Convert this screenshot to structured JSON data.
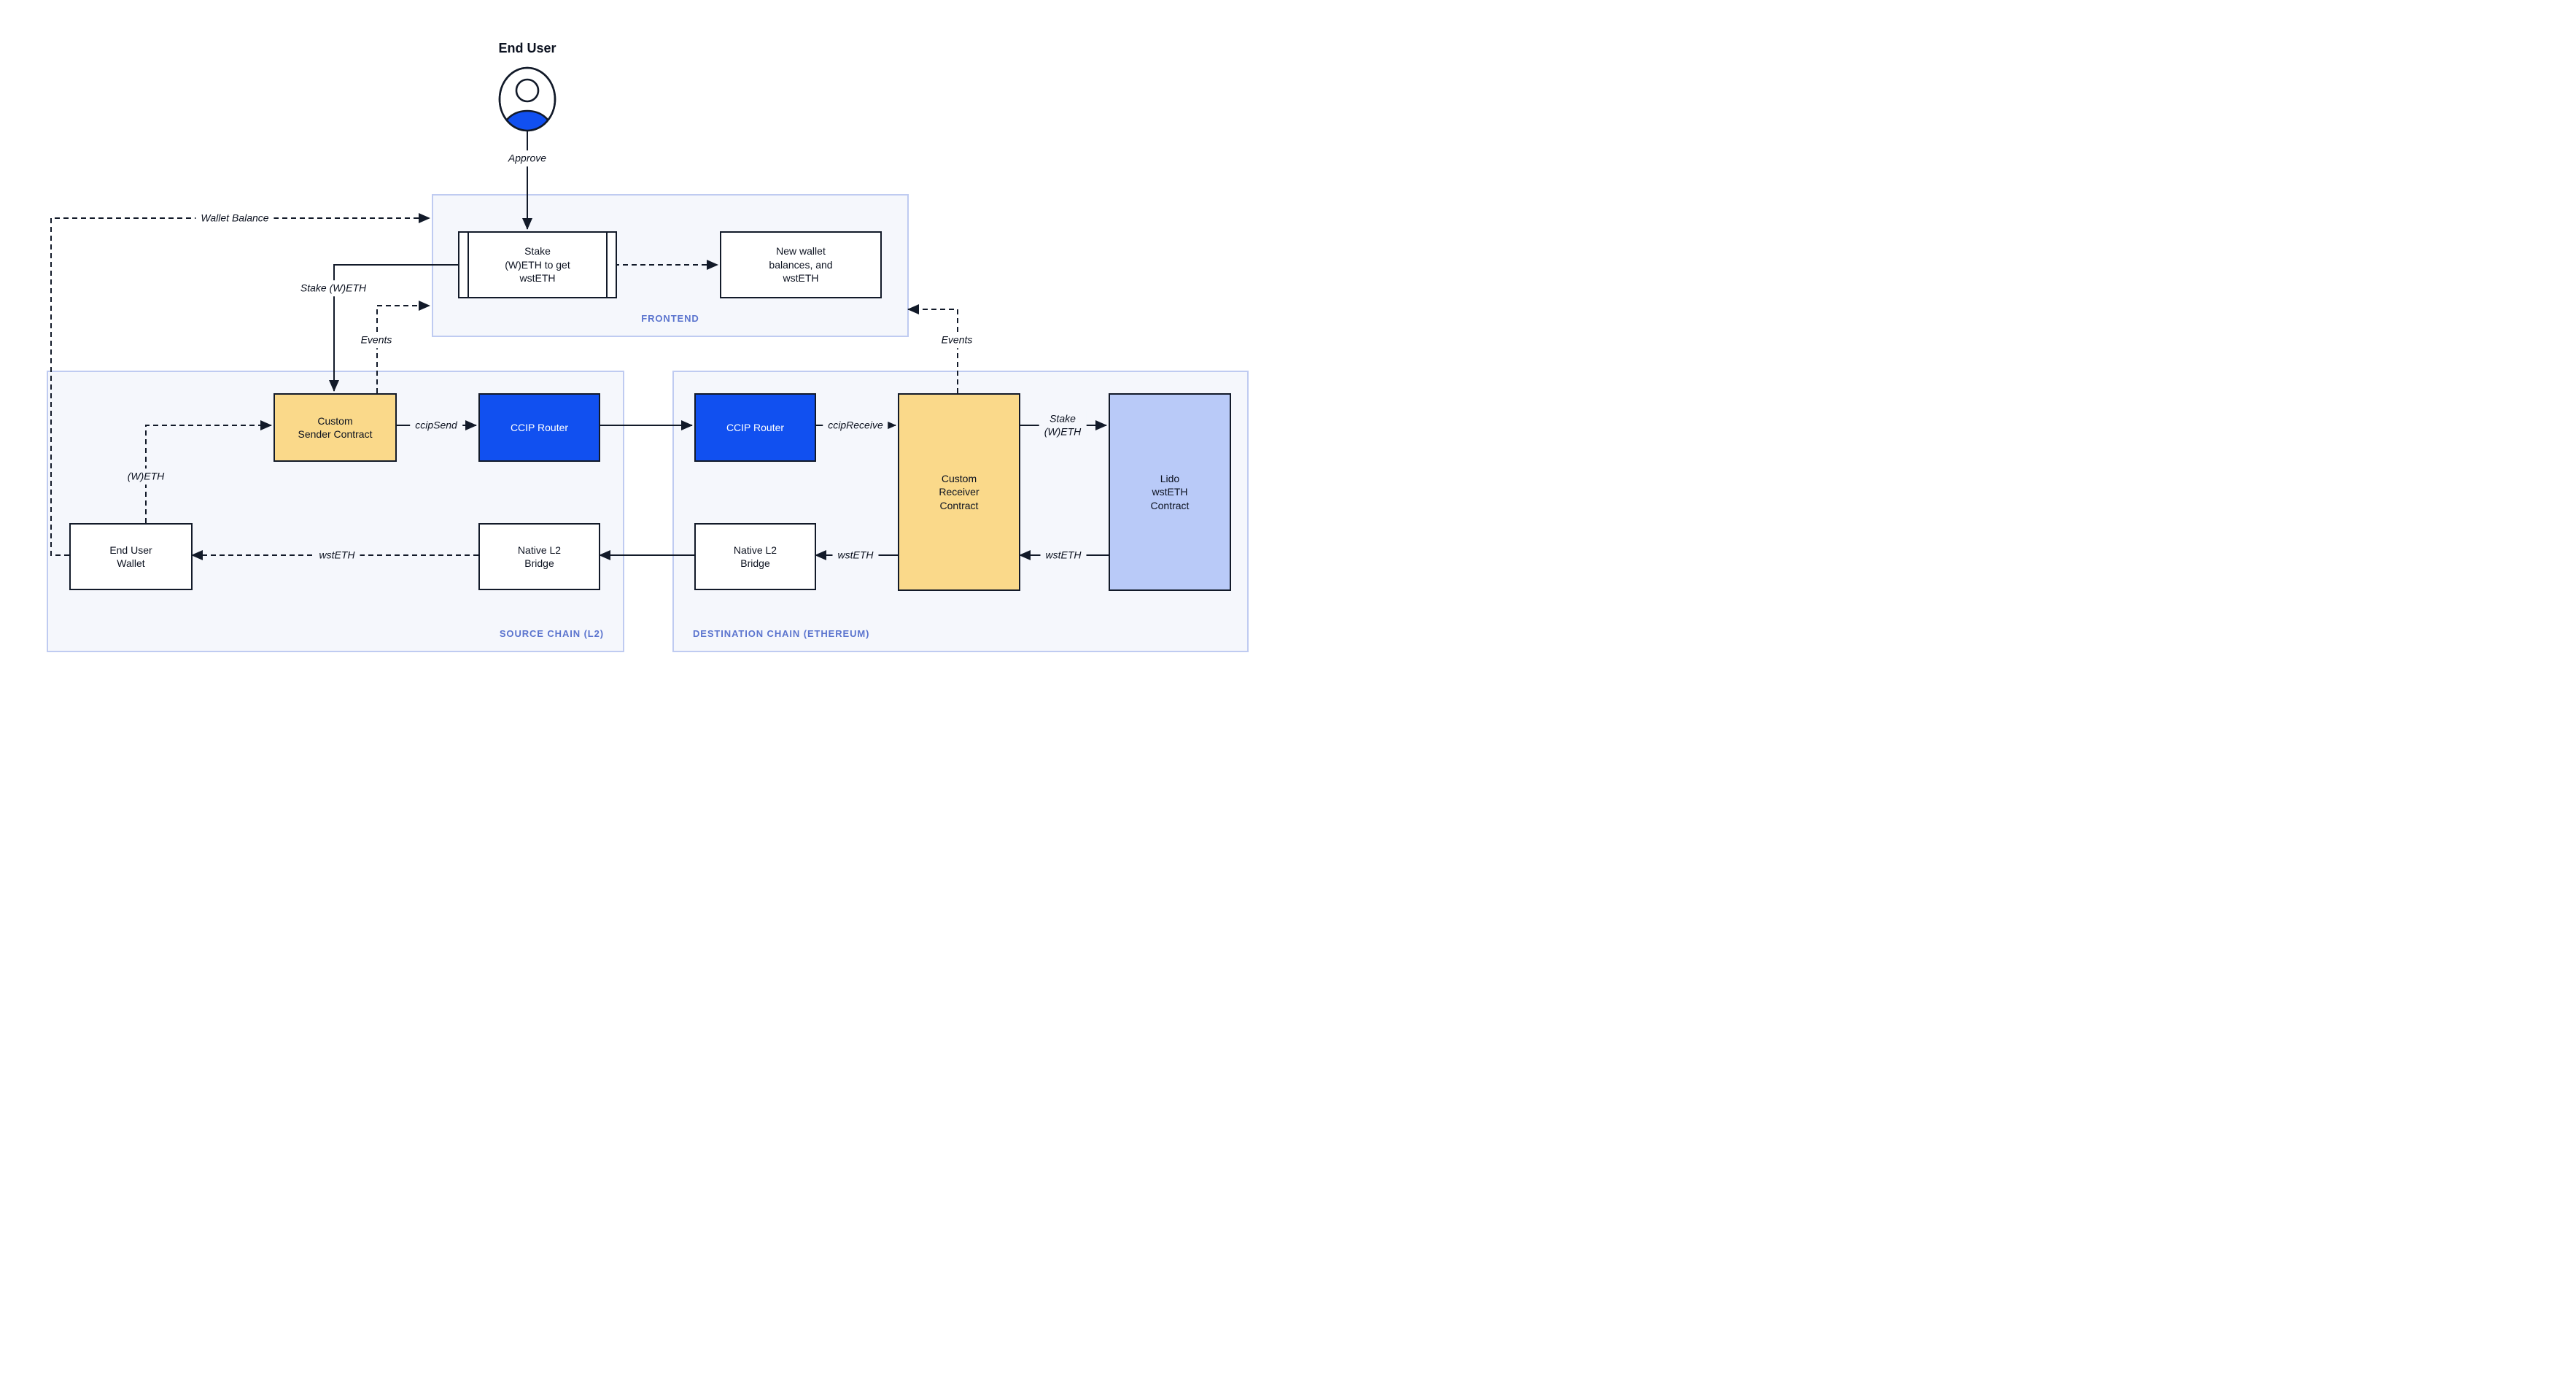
{
  "diagram": {
    "end_user": {
      "title": "End User",
      "approve_label": "Approve"
    },
    "frontend": {
      "label": "FRONTEND",
      "stake_box": "Stake\n(W)ETH to get\nwstETH",
      "new_wallet_box": "New wallet\nbalances, and\nwstETH"
    },
    "source_chain": {
      "label": "SOURCE CHAIN (L2)",
      "sender": "Custom\nSender Contract",
      "router": "CCIP Router",
      "wallet": "End User\nWallet",
      "bridge": "Native L2\nBridge"
    },
    "destination_chain": {
      "label": "DESTINATION CHAIN (ETHEREUM)",
      "router": "CCIP Router",
      "receiver": "Custom\nReceiver\nContract",
      "lido": "Lido\nwstETH\nContract",
      "bridge": "Native L2\nBridge"
    },
    "edge_labels": {
      "wallet_balance": "Wallet Balance",
      "stake_weth": "Stake (W)ETH",
      "events_left": "Events",
      "events_right": "Events",
      "ccip_send": "ccipSend",
      "ccip_receive": "ccipReceive",
      "stake_weth_right": "Stake\n(W)ETH",
      "wsteth_to_wallet": "wstETH",
      "wsteth_to_bridge": "wstETH",
      "wsteth_to_receiver": "wstETH",
      "weth": "(W)ETH"
    },
    "colors": {
      "accent_blue": "#1150F0",
      "contract_yellow": "#FAD98A",
      "lido_periwinkle": "#B9CAF8",
      "panel_fill": "#F5F7FC",
      "panel_border": "#BFCBF1",
      "panel_label_text": "#5B74CE",
      "line_dark": "#121A29"
    }
  }
}
